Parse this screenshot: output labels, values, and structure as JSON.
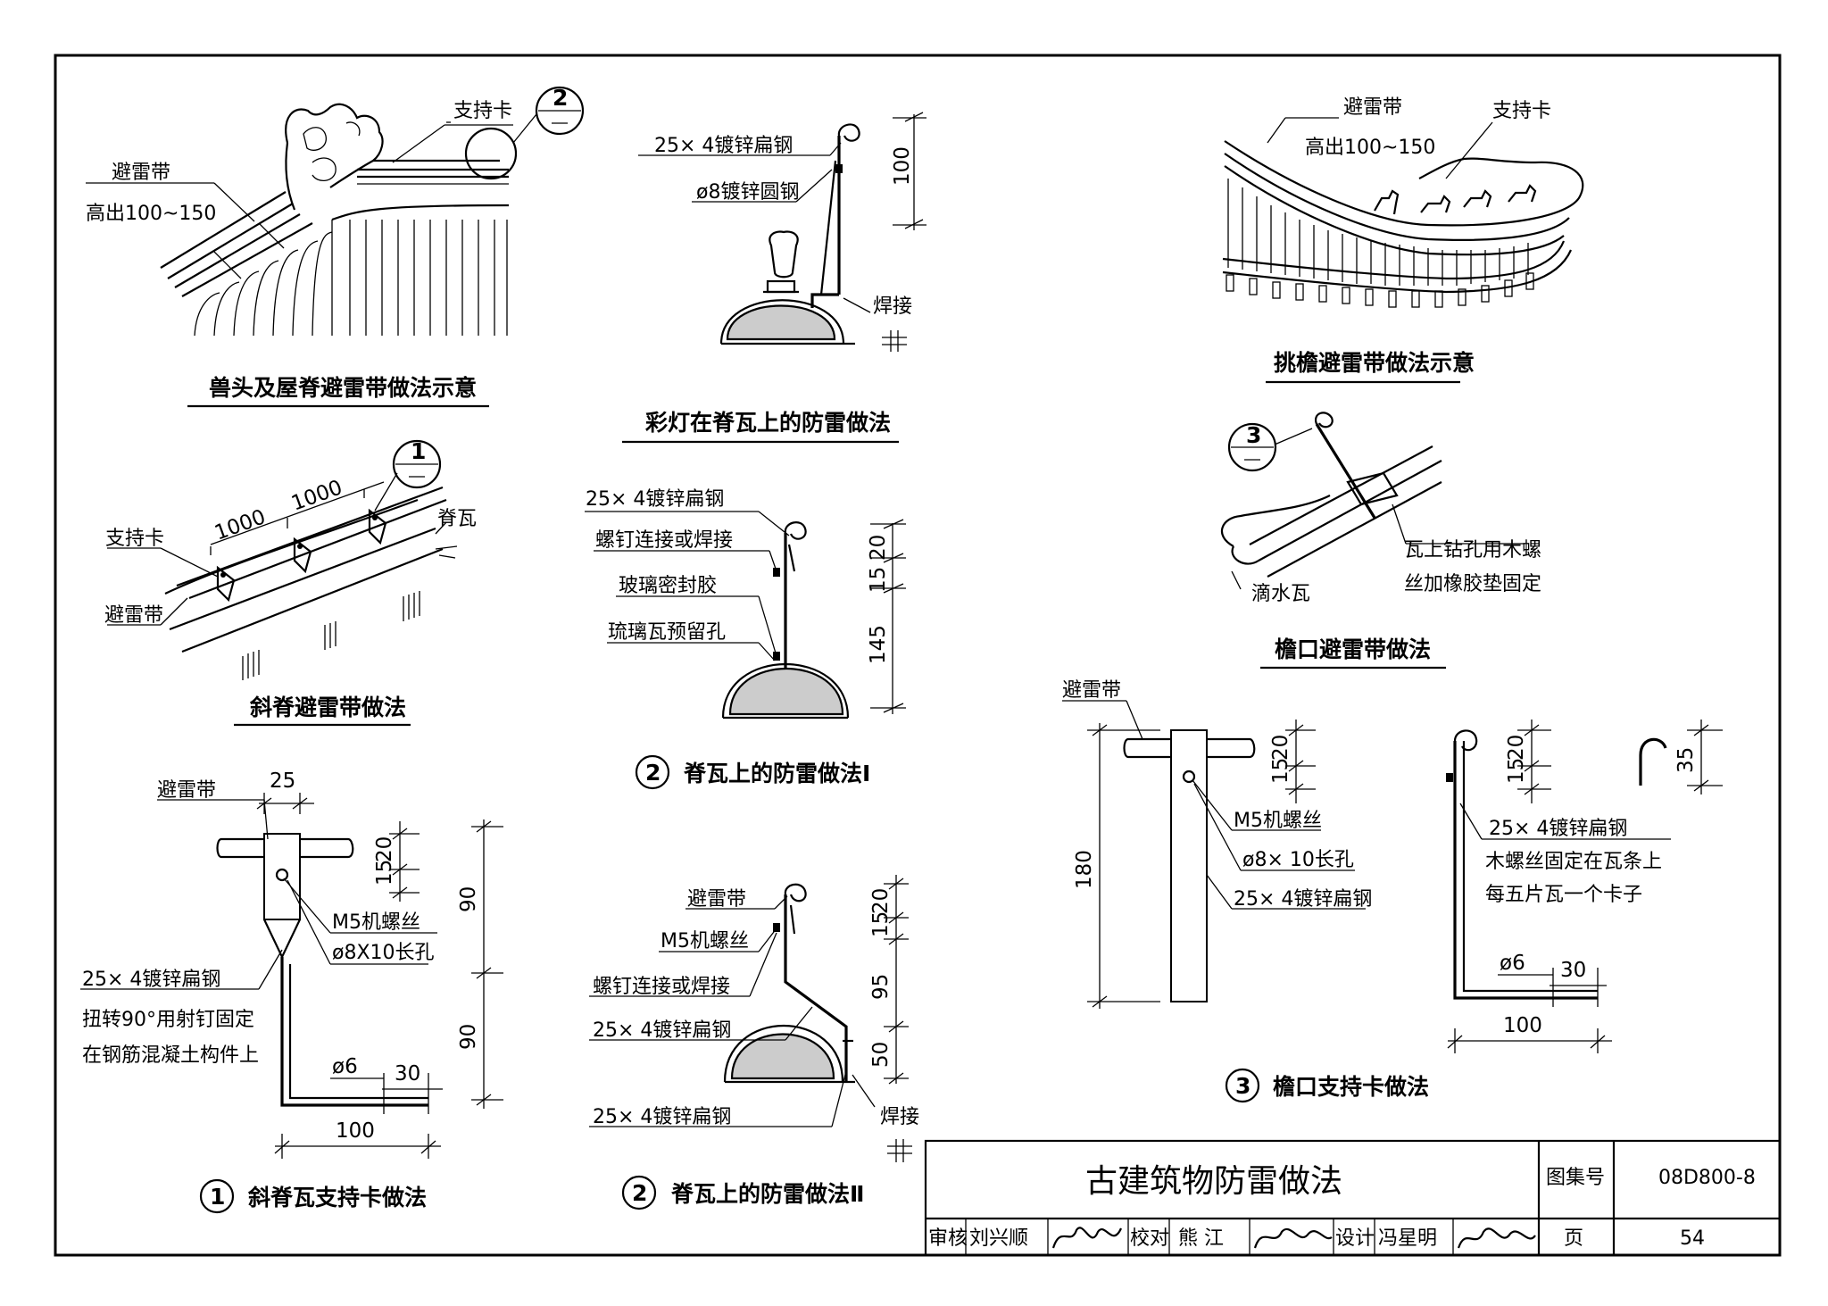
{
  "title_block": {
    "title": "古建筑物防雷做法",
    "atlas_label": "图集号",
    "atlas_no": "08D800-8",
    "page_label": "页",
    "page_no": "54",
    "review_label": "审核",
    "reviewer": "刘兴顺",
    "check_label": "校对",
    "checker": "熊 江",
    "design_label": "设计",
    "designer": "冯星明"
  },
  "fig_beast_ridge": {
    "caption": "兽头及屋脊避雷带做法示意",
    "label_band": "避雷带",
    "label_height": "高出100~150",
    "label_clip": "支持卡",
    "ref_no": "2"
  },
  "fig_lamp": {
    "caption": "彩灯在脊瓦上的防雷做法",
    "label_flat": "25× 4镀锌扁钢",
    "label_round": "ø8镀锌圆钢",
    "label_weld": "焊接",
    "dim_100": "100"
  },
  "fig_eave_turn": {
    "caption": "挑檐避雷带做法示意",
    "label_band": "避雷带",
    "label_height": "高出100~150",
    "label_clip": "支持卡"
  },
  "fig_slope_ridge": {
    "caption": "斜脊避雷带做法",
    "label_clip": "支持卡",
    "label_band": "避雷带",
    "label_tile": "脊瓦",
    "dim_a": "1000",
    "dim_b": "1000",
    "ref_no": "1"
  },
  "fig_ridge1": {
    "caption_no": "2",
    "caption": "脊瓦上的防雷做法Ⅰ",
    "label_flat": "25× 4镀锌扁钢",
    "label_screw": "螺钉连接或焊接",
    "label_glue": "玻璃密封胶",
    "label_hole": "琉璃瓦预留孔",
    "dim_15": "15",
    "dim_20": "20",
    "dim_145": "145"
  },
  "fig_eave_band": {
    "caption": "檐口避雷带做法",
    "label_screw1": "瓦上钻孔用木螺",
    "label_screw2": "丝加橡胶垫固定",
    "label_drip": "滴水瓦",
    "ref_no": "3"
  },
  "fig_clip1": {
    "caption_no": "1",
    "caption": "斜脊瓦支持卡做法",
    "label_band": "避雷带",
    "label_bolt": "M5机螺丝",
    "label_slot": "ø8X10长孔",
    "label_flat": "25× 4镀锌扁钢",
    "label_twist1": "扭转90°用射钉固定",
    "label_twist2": "在钢筋混凝土构件上",
    "dim_25": "25",
    "dim_15": "15",
    "dim_20": "20",
    "dim_90a": "90",
    "dim_90b": "90",
    "dim_phi6": "ø6",
    "dim_30": "30",
    "dim_100": "100"
  },
  "fig_ridge2": {
    "caption_no": "2",
    "caption": "脊瓦上的防雷做法Ⅱ",
    "label_band": "避雷带",
    "label_bolt": "M5机螺丝",
    "label_screw": "螺钉连接或焊接",
    "label_flat1": "25× 4镀锌扁钢",
    "label_flat2": "25× 4镀锌扁钢",
    "label_weld": "焊接",
    "dim_15": "15",
    "dim_20": "20",
    "dim_95": "95",
    "dim_50": "50"
  },
  "fig_clip3": {
    "caption_no": "3",
    "caption": "檐口支持卡做法",
    "label_band": "避雷带",
    "label_bolt": "M5机螺丝",
    "label_slot": "ø8× 10长孔",
    "label_flat": "25× 4镀锌扁钢",
    "label_flat2": "25× 4镀锌扁钢",
    "label_fix1": "木螺丝固定在瓦条上",
    "label_fix2": "每五片瓦一个卡子",
    "dim_180": "180",
    "dim_15a": "15",
    "dim_20a": "20",
    "dim_15b": "15",
    "dim_20b": "20",
    "dim_35": "35",
    "dim_phi6": "ø6",
    "dim_30": "30",
    "dim_100": "100"
  }
}
